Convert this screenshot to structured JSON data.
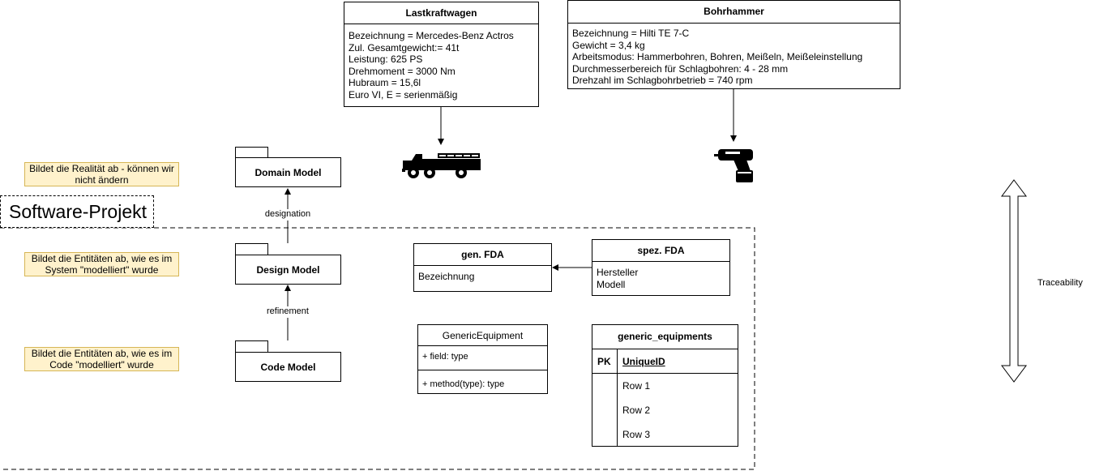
{
  "truck": {
    "title": "Lastkraftwagen",
    "lines": [
      "Bezeichnung = Mercedes-Benz Actros",
      "Zul. Gesamtgewicht:= 41t",
      "Leistung: 625 PS",
      "Drehmoment = 3000 Nm",
      "Hubraum = 15,6l",
      "Euro VI, E = serienmäßig"
    ]
  },
  "drill": {
    "title": "Bohrhammer",
    "lines": [
      "Bezeichnung = Hilti TE 7-C",
      "Gewicht = 3,4 kg",
      "Arbeitsmodus:  Hammerbohren, Bohren, Meißeln, Meißeleinstellung",
      "Durchmesserbereich für Schlagbohren:  4 - 28 mm",
      "Drehzahl im Schlagbohrbetrieb = 740 rpm"
    ]
  },
  "icons": {
    "truck": "fire-truck-icon",
    "drill": "drill-icon",
    "traceability": "double-arrow-icon"
  },
  "notes": {
    "domain": "Bildet die Realität ab - können wir nicht ändern",
    "design": "Bildet die Entitäten ab, wie es im System \"modelliert\" wurde",
    "code": "Bildet die Entitäten ab, wie es im Code \"modelliert\" wurde"
  },
  "packages": {
    "domain": "Domain Model",
    "design": "Design Model",
    "code": "Code Model"
  },
  "edges": {
    "designation": "designation",
    "refinement": "refinement"
  },
  "software_project": "Software-Projekt",
  "gen_fda": {
    "title": "gen. FDA",
    "fields": [
      "Bezeichnung"
    ]
  },
  "spez_fda": {
    "title": "spez. FDA",
    "fields": [
      "Hersteller",
      "Modell"
    ]
  },
  "generic_equipment": {
    "title": "GenericEquipment",
    "field": "+ field: type",
    "method": "+ method(type): type"
  },
  "table": {
    "title": "generic_equipments",
    "pk_label": "PK",
    "pk_name": "UniqueID",
    "rows": [
      "Row 1",
      "Row 2",
      "Row 3"
    ]
  },
  "traceability": "Traceability"
}
